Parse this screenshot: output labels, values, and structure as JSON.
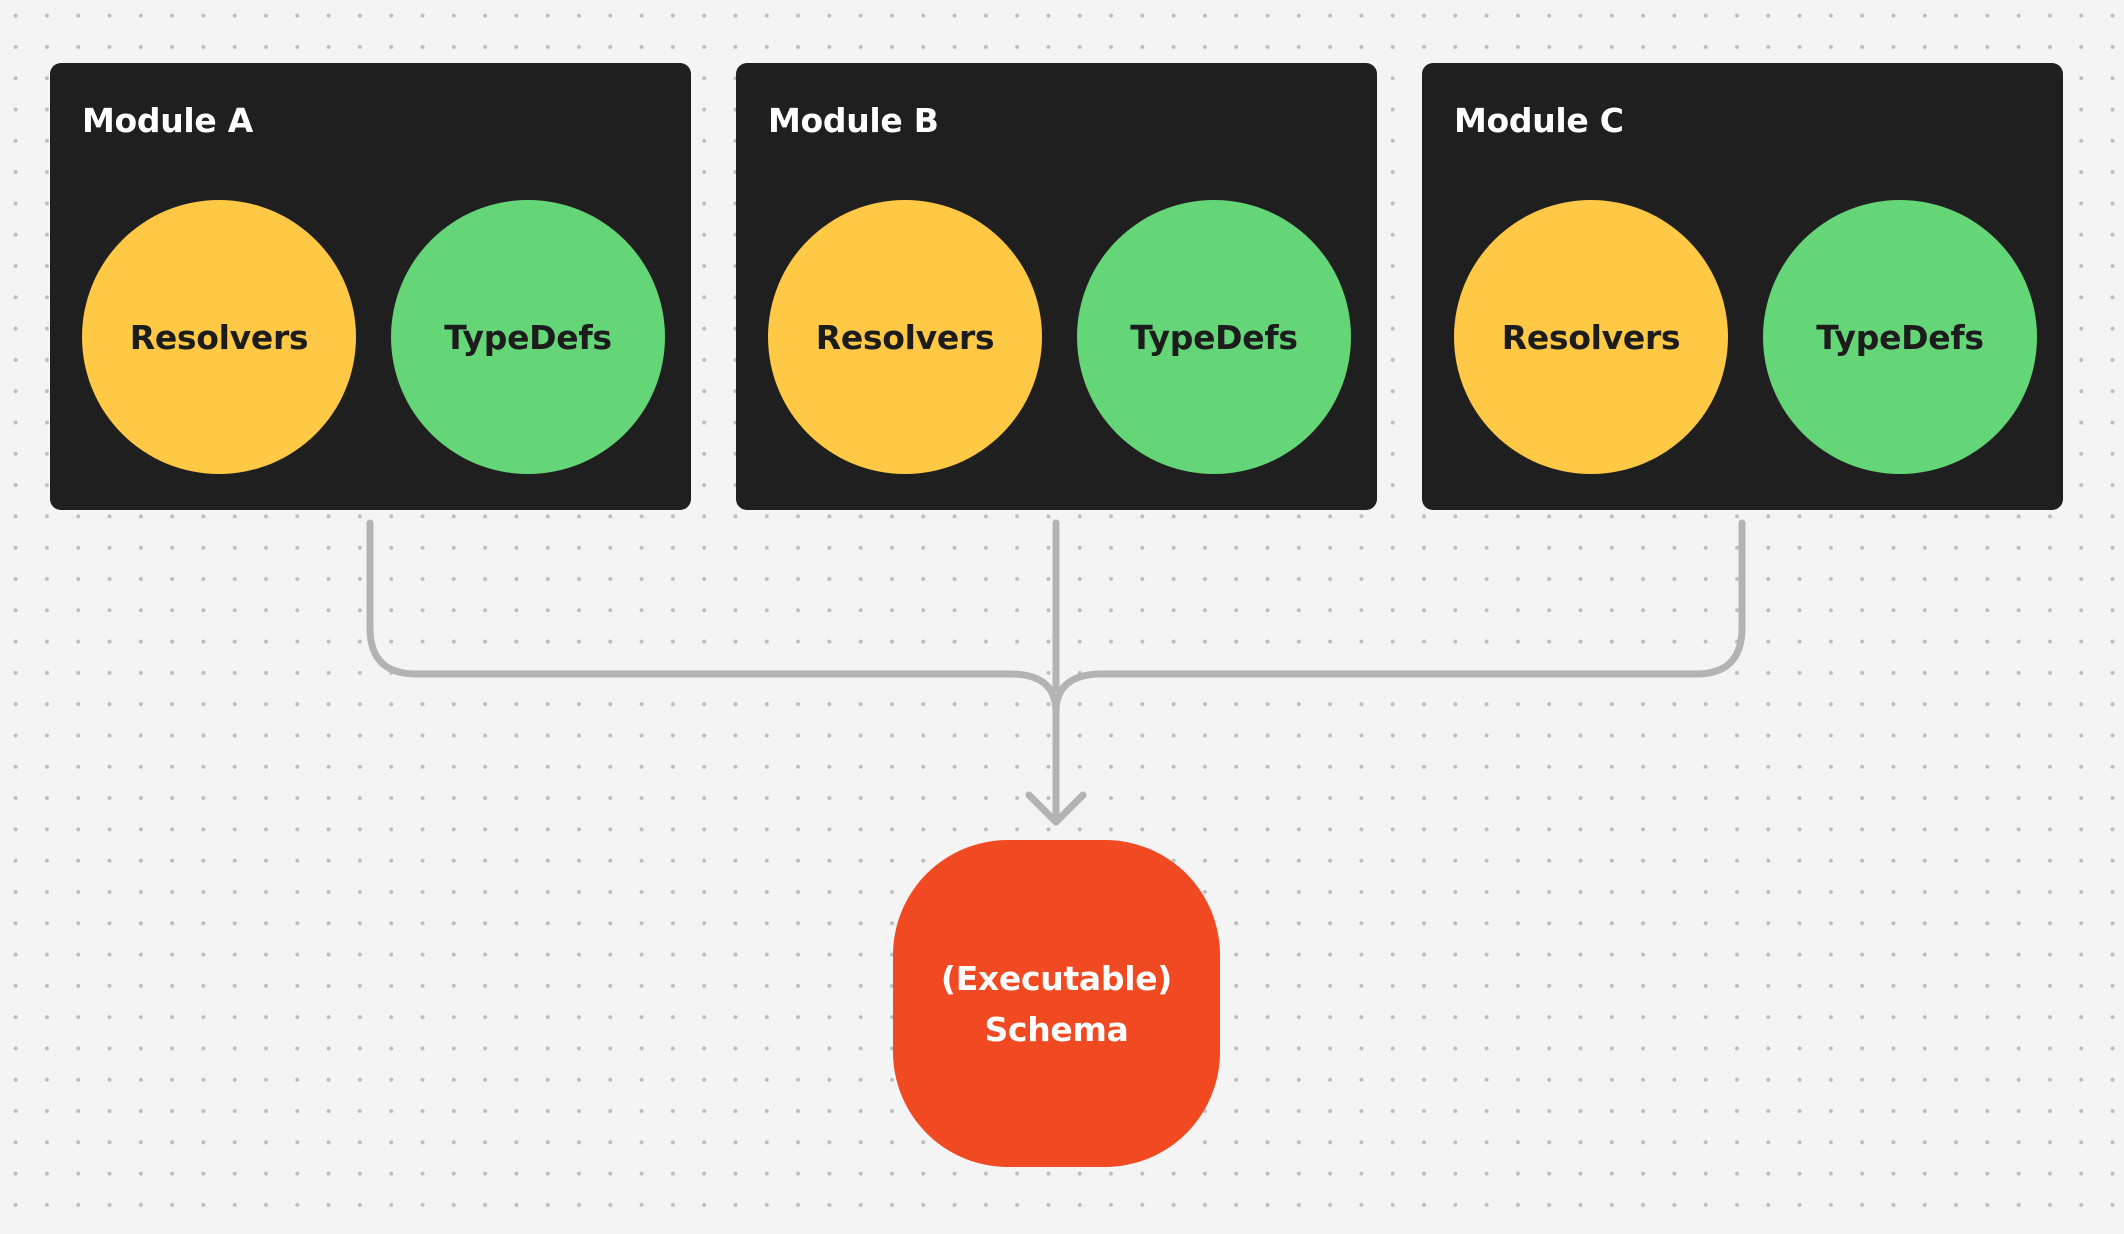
{
  "modules": [
    {
      "title": "Module A",
      "resolvers": "Resolvers",
      "typedefs": "TypeDefs"
    },
    {
      "title": "Module B",
      "resolvers": "Resolvers",
      "typedefs": "TypeDefs"
    },
    {
      "title": "Module C",
      "resolvers": "Resolvers",
      "typedefs": "TypeDefs"
    }
  ],
  "schema": {
    "line1": "(Executable)",
    "line2": "Schema"
  },
  "colors": {
    "module_background": "#1f1f1f",
    "resolvers": "#ffc845",
    "typedefs": "#65d677",
    "schema": "#f14a22",
    "connector": "#b3b3b3"
  }
}
